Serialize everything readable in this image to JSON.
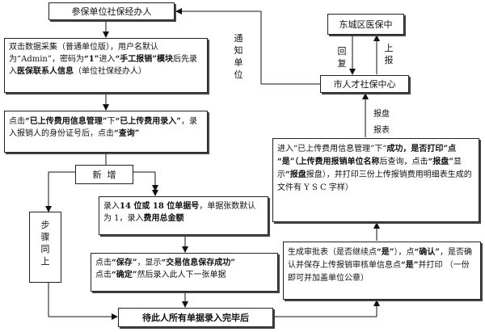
{
  "nodes": {
    "top": "参保单位社保经办人",
    "box1": {
      "t1": "双击数据采集（普通单位版），用户名默认为“Admin”，密码为",
      "t2": "“1”",
      "t3": "进入",
      "t4": "“手工报销”模块",
      "t5": "后先录入",
      "t6": "医保联系人信息",
      "t7": "（单位社保经办人）"
    },
    "box2": {
      "t1": "点击",
      "t2": "“已上传费用信息管理”",
      "t3": "下",
      "t4": "“已上传费用录入”",
      "t5": "，录入报销人的身份证号后，点击",
      "t6": "“查询”"
    },
    "new_label": "新  增",
    "box3": {
      "t1": "录入",
      "t2": "14 位或 18 位单据号",
      "t3": "，单据张数默认为 1，录入",
      "t4": "费用总金额"
    },
    "box4": {
      "t1": "点击",
      "t2": "“保存”",
      "t3": "，显示",
      "t4": "“交易信息保存成功”",
      "t5": "点击",
      "t6": "“确定”",
      "t7": "然后录入此人下一张单据"
    },
    "box_bottom": "待此人所有单据录入完毕后",
    "step_same": "步骤同上",
    "dongcheng": "东城区医保中",
    "talent": "市人才社保中心",
    "box5": {
      "t1": "进入“已上传费用信息管理”下“",
      "t2": "成功，是否打印”点 “是”（上传费用报销",
      "t3": "后查询，点击",
      "t4": "“报盘”",
      "t5": "显示",
      "t6": "“报盘",
      "t7": "报盘），并打印三份上传报销费用明细表生成的文件有 Y S C 字样）",
      "t8": "单位名称"
    },
    "box6": {
      "t1": "生成审批表（是否继续点",
      "t2": "“是”",
      "t3": "），点",
      "t4": "“确认”",
      "t5": "，是否确认并保存上传报销审核单信息点",
      "t6": "“是”",
      "t7": "并打印 （一份即可并加盖单位公章）"
    }
  },
  "edge_labels": {
    "notify": "通知单位",
    "reply": "回复",
    "report_up": "上报",
    "report_disk": "报盘报表"
  }
}
